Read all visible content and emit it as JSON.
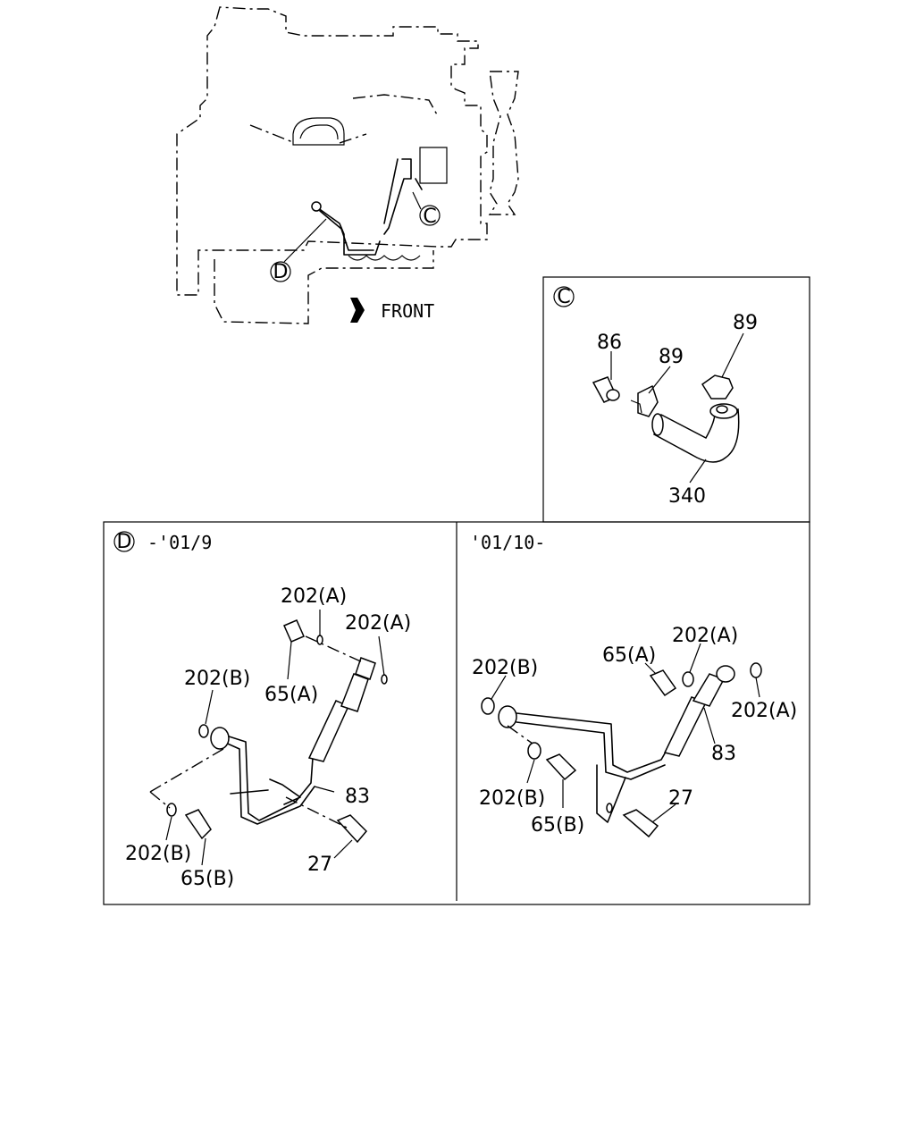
{
  "overview": {
    "callout_c": "C",
    "callout_d": "D",
    "front_label": "FRONT"
  },
  "detail_c": {
    "callout": "C",
    "labels": {
      "p86": "86",
      "p89a": "89",
      "p89b": "89",
      "p340": "340"
    }
  },
  "detail_d_early": {
    "callout": "D",
    "range": "-'01/9",
    "labels": {
      "p202a_1": "202(A)",
      "p202a_2": "202(A)",
      "p202b_1": "202(B)",
      "p202b_2": "202(B)",
      "p65a": "65(A)",
      "p65b": "65(B)",
      "p83": "83",
      "p27": "27"
    }
  },
  "detail_d_late": {
    "range": "'01/10-",
    "labels": {
      "p202a_1": "202(A)",
      "p202a_2": "202(A)",
      "p202b_1": "202(B)",
      "p202b_2": "202(B)",
      "p65a": "65(A)",
      "p65b": "65(B)",
      "p83": "83",
      "p27": "27"
    }
  }
}
